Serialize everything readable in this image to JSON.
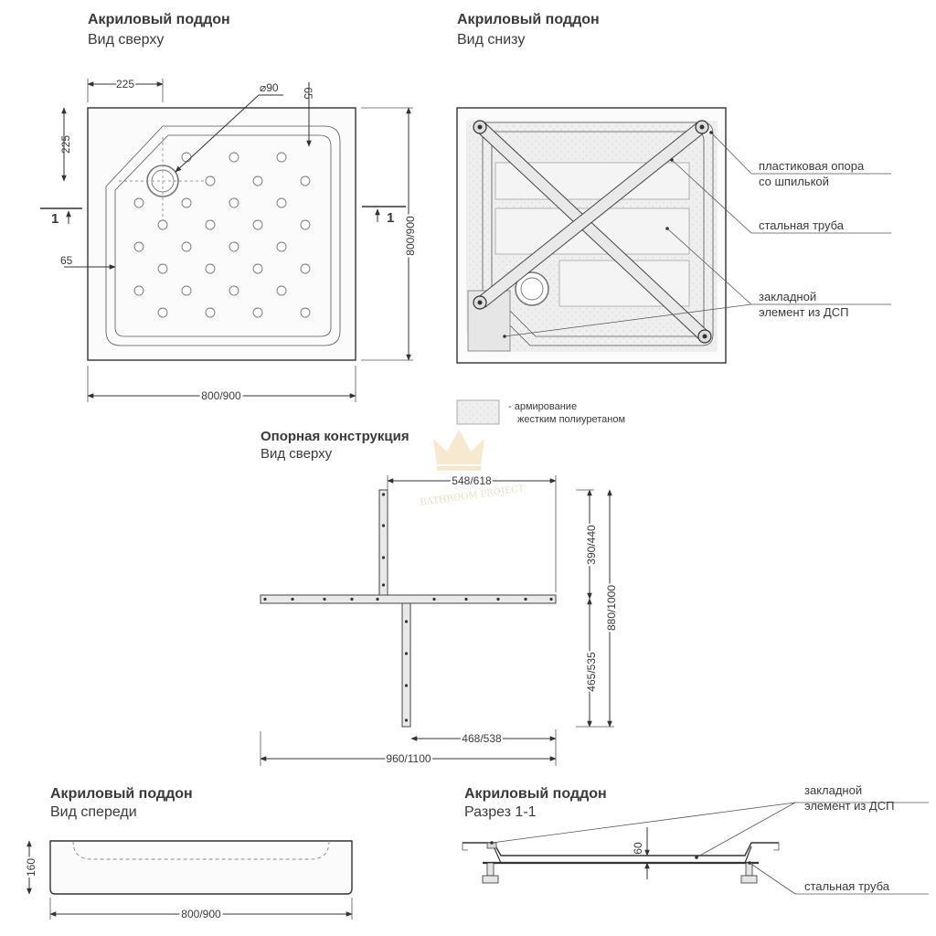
{
  "top_view": {
    "title": "Акриловый поддон",
    "subtitle": "Вид сверху",
    "dim_225_h": "225",
    "dim_225_v": "225",
    "dim_diameter": "⌀90",
    "dim_65_top": "65",
    "dim_65_left": "65",
    "dim_width": "800/900",
    "dim_height": "800/900",
    "section_mark": "1"
  },
  "bottom_view": {
    "title": "Акриловый поддон",
    "subtitle": "Вид снизу",
    "callouts": [
      "пластиковая опора",
      "со шпилькой",
      "стальная труба",
      "закладной",
      "элемент из ДСП"
    ]
  },
  "legend": {
    "line1": "- армирование",
    "line2": "жестким полиуретаном"
  },
  "support": {
    "title": "Опорная конструкция",
    "subtitle": "Вид сверху",
    "dim_top": "548/618",
    "dim_upper": "390/440",
    "dim_total_v": "880/1000",
    "dim_lower": "465/535",
    "dim_right": "468/538",
    "dim_total_h": "960/1100"
  },
  "front_view": {
    "title": "Акриловый поддон",
    "subtitle": "Вид спереди",
    "dim_height": "160",
    "dim_width": "800/900"
  },
  "section_view": {
    "title": "Акриловый поддон",
    "subtitle": "Разрез 1-1",
    "dim_depth": "60",
    "callout_1a": "закладной",
    "callout_1b": "элемент из ДСП",
    "callout_2": "стальная труба"
  },
  "watermark": {
    "text": "BATHROOM PROJECT"
  }
}
